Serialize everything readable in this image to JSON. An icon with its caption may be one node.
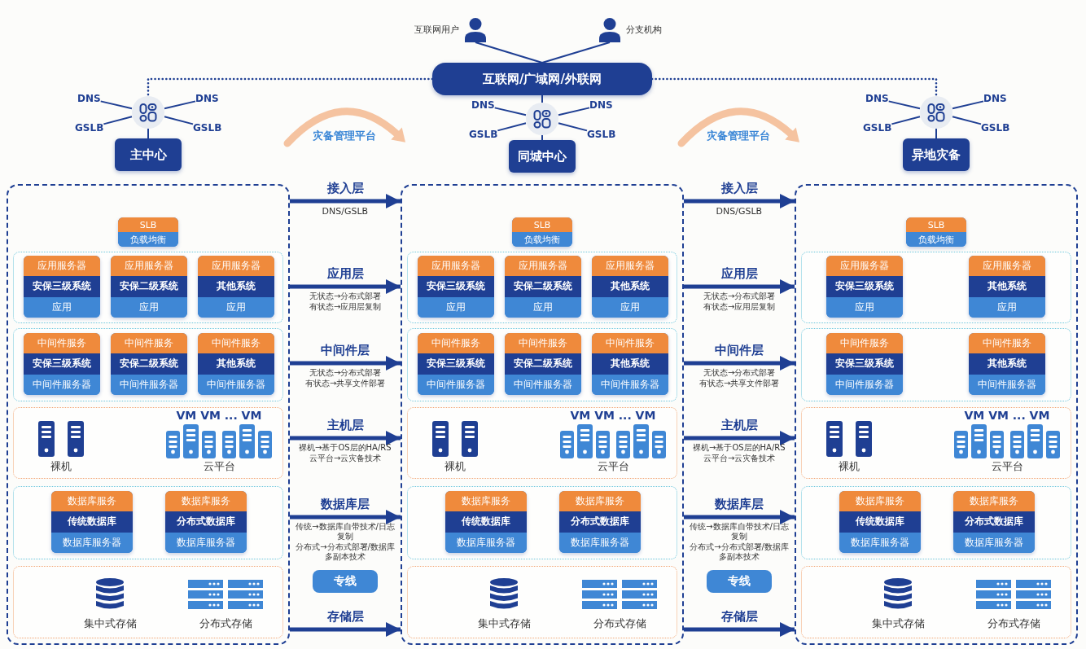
{
  "diagram": {
    "nodes": [
      {
        "text": [],
        "shape": "person",
        "beside": [
          "互联网用户"
        ]
      },
      {
        "text": [],
        "shape": "person",
        "beside": [
          "分支机构"
        ]
      },
      {
        "text": [
          "互联网/广域网/外联网"
        ]
      },
      {
        "text": [],
        "shape": "picture"
      },
      {
        "text": [
          "DNS"
        ]
      },
      {
        "text": [
          "DNS"
        ]
      },
      {
        "text": [
          "GSLB"
        ]
      },
      {
        "text": [
          "GSLB"
        ]
      },
      {
        "text": [
          "主中心"
        ]
      },
      {
        "text": [],
        "shape": "picture"
      },
      {
        "text": [
          "DNS"
        ]
      },
      {
        "text": [
          "DNS"
        ]
      },
      {
        "text": [
          "GSLB"
        ]
      },
      {
        "text": [
          "GSLB"
        ]
      },
      {
        "text": [
          "同城中心"
        ]
      },
      {
        "text": [],
        "shape": "picture"
      },
      {
        "text": [
          "DNS"
        ]
      },
      {
        "text": [
          "DNS"
        ]
      },
      {
        "text": [
          "GSLB"
        ]
      },
      {
        "text": [
          "GSLB"
        ]
      },
      {
        "text": [
          "异地灾备"
        ]
      },
      {
        "text": [],
        "shape": "box"
      },
      {
        "text": [
          "SLB",
          "负载均衡"
        ],
        "in": 21
      },
      {
        "text": [],
        "shape": "box",
        "in": 21
      },
      {
        "text": [
          "应用服务器",
          "安保三级系统",
          "应用"
        ],
        "in": 23
      },
      {
        "text": [
          "应用服务器",
          "安保二级系统",
          "应用"
        ],
        "in": 23
      },
      {
        "text": [
          "应用服务器",
          "其他系统",
          "应用"
        ],
        "in": 23
      },
      {
        "text": [],
        "shape": "box",
        "in": 21
      },
      {
        "text": [
          "中间件服务",
          "安保三级系统",
          "中间件服务器"
        ],
        "in": 27
      },
      {
        "text": [
          "中间件服务",
          "安保二级系统",
          "中间件服务器"
        ],
        "in": 27
      },
      {
        "text": [
          "中间件服务",
          "其他系统",
          "中间件服务器"
        ],
        "in": 27
      },
      {
        "text": [
          "VM VM ... VM",
          "裸机",
          "云平台"
        ],
        "in": 21
      },
      {
        "text": [],
        "shape": "box",
        "in": 21
      },
      {
        "text": [
          "数据库服务",
          "传统数据库",
          "数据库服务器"
        ],
        "in": 32
      },
      {
        "text": [
          "数据库服务",
          "分布式数据库",
          "数据库服务器"
        ],
        "in": 32
      },
      {
        "text": [
          "集中式存储",
          "分布式存储"
        ],
        "in": 21
      },
      {
        "text": [
          "专线"
        ]
      },
      {
        "text": [],
        "shape": "box"
      },
      {
        "text": [
          "SLB",
          "负载均衡"
        ],
        "in": 37
      },
      {
        "text": [],
        "shape": "box",
        "in": 37
      },
      {
        "text": [
          "应用服务器",
          "安保三级系统",
          "应用"
        ],
        "in": 39
      },
      {
        "text": [
          "应用服务器",
          "安保二级系统",
          "应用"
        ],
        "in": 39
      },
      {
        "text": [
          "应用服务器",
          "其他系统",
          "应用"
        ],
        "in": 39
      },
      {
        "text": [],
        "shape": "box",
        "in": 37
      },
      {
        "text": [
          "中间件服务",
          "安保三级系统",
          "中间件服务器"
        ],
        "in": 43
      },
      {
        "text": [
          "中间件服务",
          "安保二级系统",
          "中间件服务器"
        ],
        "in": 43
      },
      {
        "text": [
          "中间件服务",
          "其他系统",
          "中间件服务器"
        ],
        "in": 43
      },
      {
        "text": [
          "VM VM ... VM",
          "裸机",
          "云平台"
        ],
        "in": 37
      },
      {
        "text": [],
        "shape": "box",
        "in": 37
      },
      {
        "text": [
          "数据库服务",
          "传统数据库",
          "数据库服务器"
        ],
        "in": 48
      },
      {
        "text": [
          "数据库服务",
          "分布式数据库",
          "数据库服务器"
        ],
        "in": 48
      },
      {
        "text": [
          "集中式存储",
          "分布式存储"
        ],
        "in": 37
      },
      {
        "text": [
          "专线"
        ]
      },
      {
        "text": [],
        "shape": "box"
      },
      {
        "text": [
          "SLB",
          "负载均衡"
        ],
        "in": 53
      },
      {
        "text": [],
        "shape": "box",
        "in": 53
      },
      {
        "text": [
          "应用服务器",
          "安保三级系统",
          "应用"
        ],
        "in": 55
      },
      {
        "text": [
          "应用服务器",
          "其他系统",
          "应用"
        ],
        "in": 55
      },
      {
        "text": [],
        "shape": "box",
        "in": 53
      },
      {
        "text": [
          "中间件服务",
          "安保三级系统",
          "中间件服务器"
        ],
        "in": 58
      },
      {
        "text": [
          "中间件服务",
          "其他系统",
          "中间件服务器"
        ],
        "in": 58
      },
      {
        "text": [
          "VM VM ... VM",
          "裸机",
          "云平台"
        ],
        "in": 53
      },
      {
        "text": [],
        "shape": "box",
        "in": 53
      },
      {
        "text": [
          "数据库服务",
          "传统数据库",
          "数据库服务器"
        ],
        "in": 62
      },
      {
        "text": [
          "数据库服务",
          "分布式数据库",
          "数据库服务器"
        ],
        "in": 62
      },
      {
        "text": [
          "集中式存储",
          "分布式存储"
        ],
        "in": 53
      }
    ],
    "edges": [
      {
        "from": 0,
        "to": 2,
        "arrow": "none"
      },
      {
        "from": 1,
        "to": 2,
        "arrow": "none"
      },
      {
        "from": 2,
        "to": 3,
        "arrow": "none",
        "style": "dashed"
      },
      {
        "from": 2,
        "to": 9,
        "arrow": "none"
      },
      {
        "from": 2,
        "to": 15,
        "arrow": "none",
        "style": "dashed"
      },
      {
        "from": 3,
        "to": 4,
        "arrow": "none"
      },
      {
        "from": 3,
        "to": 5,
        "arrow": "none"
      },
      {
        "from": 3,
        "to": 6,
        "arrow": "none"
      },
      {
        "from": 3,
        "to": 7,
        "arrow": "none"
      },
      {
        "from": 3,
        "to": 8,
        "arrow": "none"
      },
      {
        "from": 9,
        "to": 10,
        "arrow": "none"
      },
      {
        "from": 9,
        "to": 11,
        "arrow": "none"
      },
      {
        "from": 9,
        "to": 12,
        "arrow": "none"
      },
      {
        "from": 9,
        "to": 13,
        "arrow": "none"
      },
      {
        "from": 9,
        "to": 14,
        "arrow": "none"
      },
      {
        "from": 15,
        "to": 16,
        "arrow": "none"
      },
      {
        "from": 15,
        "to": 17,
        "arrow": "none"
      },
      {
        "from": 15,
        "to": 18,
        "arrow": "none"
      },
      {
        "from": 15,
        "to": 19,
        "arrow": "none"
      },
      {
        "from": 15,
        "to": 20,
        "arrow": "none"
      },
      {
        "from": 21,
        "to": 37,
        "arrow": "to",
        "label": "接入层",
        "style": "thick"
      },
      {
        "from": 21,
        "to": 37,
        "arrow": "to",
        "label": "应用层",
        "style": "thick"
      },
      {
        "from": 21,
        "to": 37,
        "arrow": "to",
        "label": "中间件层",
        "style": "thick"
      },
      {
        "from": 21,
        "to": 37,
        "arrow": "to",
        "label": "主机层",
        "style": "thick"
      },
      {
        "from": 21,
        "to": 37,
        "arrow": "to",
        "label": "数据库层",
        "style": "thick"
      },
      {
        "from": 21,
        "to": 37,
        "arrow": "to",
        "label": "存储层",
        "style": "thick"
      },
      {
        "from": 37,
        "to": 53,
        "arrow": "to",
        "label": "接入层",
        "style": "thick"
      },
      {
        "from": 37,
        "to": 53,
        "arrow": "to",
        "label": "应用层",
        "style": "thick"
      },
      {
        "from": 37,
        "to": 53,
        "arrow": "to",
        "label": "中间件层",
        "style": "thick"
      },
      {
        "from": 37,
        "to": 53,
        "arrow": "to",
        "label": "主机层",
        "style": "thick"
      },
      {
        "from": 37,
        "to": 53,
        "arrow": "to",
        "label": "数据库层",
        "style": "thick"
      },
      {
        "from": 37,
        "to": 53,
        "arrow": "to",
        "label": "存储层",
        "style": "thick"
      }
    ],
    "labels": [
      "灾备管理平台",
      "灾备管理平台",
      "DNS/GSLB",
      "无状态→分布式部署",
      "有状态→应用层复制",
      "无状态→分布式部署",
      "有状态→共享文件部署",
      "裸机→基于OS层的HA/RS",
      "云平台→云灾备技术",
      "传统→数据库自带技术/日志复制",
      "分布式→分布式部署/数据库多副本技术",
      "DNS/GSLB",
      "无状态→分布式部署",
      "有状态→应用层复制",
      "无状态→分布式部署",
      "有状态→共享文件部署",
      "裸机→基于OS层的HA/RS",
      "云平台→云灾备技术",
      "传统→数据库自带技术/日志复制",
      "分布式→分布式部署/数据库多副本技术"
    ]
  }
}
